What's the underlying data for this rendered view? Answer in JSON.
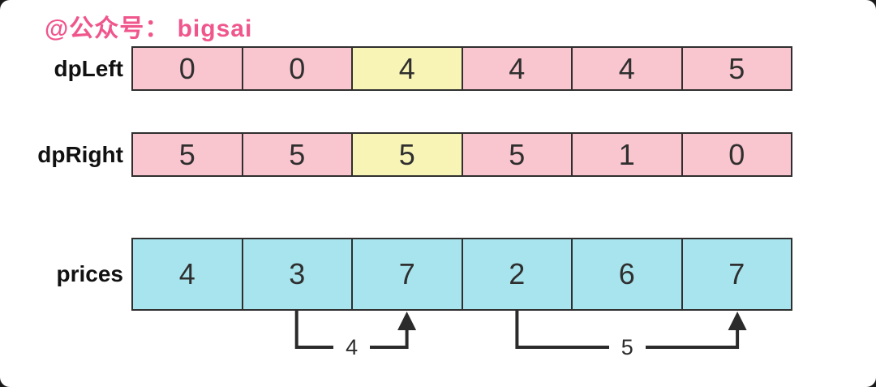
{
  "watermark": "@公众号： bigsai",
  "colors": {
    "watermark": "#f0568c",
    "pink_cell": "#f9c5cf",
    "yellow_highlight_cell": "#f7f4b5",
    "cyan_cell": "#a7e4ed",
    "border": "#2f2f2f"
  },
  "arrays": [
    {
      "label": "dpLeft",
      "values": [
        "0",
        "0",
        "4",
        "4",
        "4",
        "5"
      ],
      "highlight_index": 2
    },
    {
      "label": "dpRight",
      "values": [
        "5",
        "5",
        "5",
        "5",
        "1",
        "0"
      ],
      "highlight_index": 2
    },
    {
      "label": "prices",
      "values": [
        "4",
        "3",
        "7",
        "2",
        "6",
        "7"
      ],
      "highlight_index": null
    }
  ],
  "annotations": [
    {
      "label": "4",
      "from_index": 1,
      "to_index": 2,
      "meaning": "profit buying at 3 selling at 7"
    },
    {
      "label": "5",
      "from_index": 3,
      "to_index": 5,
      "meaning": "profit buying at 2 selling at 7"
    }
  ]
}
